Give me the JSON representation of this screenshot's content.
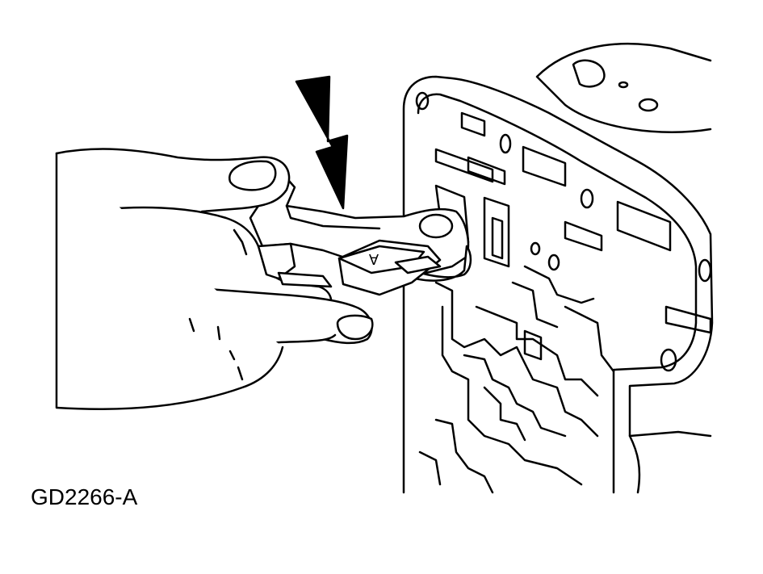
{
  "figure": {
    "id_label": "GD2266-A",
    "part_letter": "A"
  },
  "colors": {
    "line": "#000000",
    "background": "#ffffff"
  },
  "icons": {
    "arrow": "downward-pointing-arrow"
  }
}
